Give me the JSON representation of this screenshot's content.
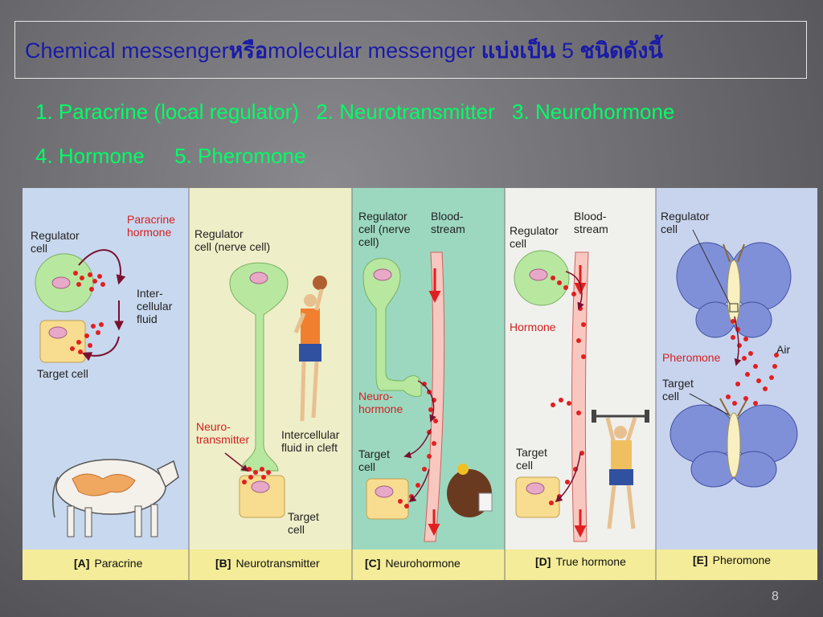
{
  "title": {
    "part1": "Chemical messenger",
    "part2": "หรือ",
    "part3": "molecular messenger ",
    "part4": "แบ่งเป็น",
    "part5": " 5 ",
    "part6": "ชนิดดังนี้"
  },
  "list": {
    "line1": [
      "1. Paracrine (local regulator)",
      "2. Neurotransmitter",
      "3. Neurohormone"
    ],
    "line2": [
      "4. Hormone",
      "5. Pheromone"
    ]
  },
  "figure": {
    "panel_a": {
      "regulator": [
        "Regulator",
        "cell"
      ],
      "hormone": [
        "Paracrine",
        "hormone"
      ],
      "fluid": [
        "Inter-",
        "cellular",
        "fluid"
      ],
      "target": "Target cell",
      "caption_letter": "[A]",
      "caption": "Paracrine"
    },
    "panel_b": {
      "regulator": [
        "Regulator",
        "cell (nerve cell)"
      ],
      "transmitter": [
        "Neuro-",
        "transmitter"
      ],
      "fluid": [
        "Intercellular",
        "fluid in cleft"
      ],
      "target": [
        "Target",
        "cell"
      ],
      "caption_letter": "[B]",
      "caption": "Neurotransmitter"
    },
    "panel_c": {
      "regulator": [
        "Regulator",
        "cell (nerve",
        "cell)"
      ],
      "blood": [
        "Blood-",
        "stream"
      ],
      "neurohormone": [
        "Neuro-",
        "hormone"
      ],
      "target": [
        "Target",
        "cell"
      ],
      "caption_letter": "[C]",
      "caption": "Neurohormone"
    },
    "panel_d": {
      "regulator": [
        "Regulator",
        "cell"
      ],
      "blood": [
        "Blood-",
        "stream"
      ],
      "hormone": "Hormone",
      "target": [
        "Target",
        "cell"
      ],
      "caption_letter": "[D]",
      "caption": "True hormone"
    },
    "panel_e": {
      "regulator": [
        "Regulator",
        "cell"
      ],
      "pheromone": "Pheromone",
      "air": "Air",
      "target": [
        "Target",
        "cell"
      ],
      "caption_letter": "[E]",
      "caption": "Pheromone"
    }
  },
  "colors": {
    "title_text": "#1a1aa8",
    "list_text": "#00ff66",
    "molecule_red": "#e02020",
    "label_red": "#d42020",
    "cell_green": "#b8e8a0",
    "target_yellow": "#f8dc90",
    "nucleus_pink": "#e8a8c8",
    "blood_pink": "#f8c8c0"
  },
  "slide_number": "8"
}
